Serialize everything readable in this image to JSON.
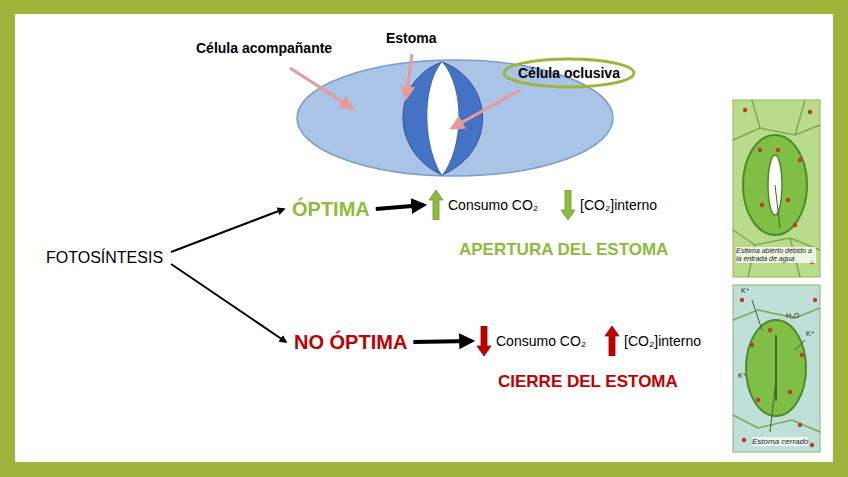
{
  "diagram": {
    "nodes": [
      {
        "text": [
          "Célula oclusiva"
        ]
      },
      {
        "text": [
          "FOTOSÍNTESIS"
        ]
      },
      {
        "text": [
          "ÓPTIMA"
        ]
      },
      {
        "text": [
          "Consumo CO₂"
        ]
      },
      {
        "text": [
          "[CO₂]interno"
        ]
      },
      {
        "text": [
          "NO ÓPTIMA"
        ]
      },
      {
        "text": [
          "Consumo CO₂"
        ]
      },
      {
        "text": [
          "[CO₂]interno"
        ]
      }
    ],
    "edges": [
      {
        "from": 1,
        "to": 2,
        "arrow": "to"
      },
      {
        "from": 2,
        "to": 3,
        "arrow": "to"
      },
      {
        "from": 1,
        "to": 5,
        "arrow": "to"
      },
      {
        "from": 5,
        "to": 6,
        "arrow": "to"
      }
    ],
    "labels": [
      "Célula acompañante",
      "Estoma",
      "APERTURA DEL ESTOMA",
      "CIERRE DEL ESTOMA",
      "Estoma abierto debido a la entrada de agua",
      "K⁺",
      "H₂O",
      "K⁺",
      "K⁺",
      "Estoma cerrado"
    ]
  }
}
